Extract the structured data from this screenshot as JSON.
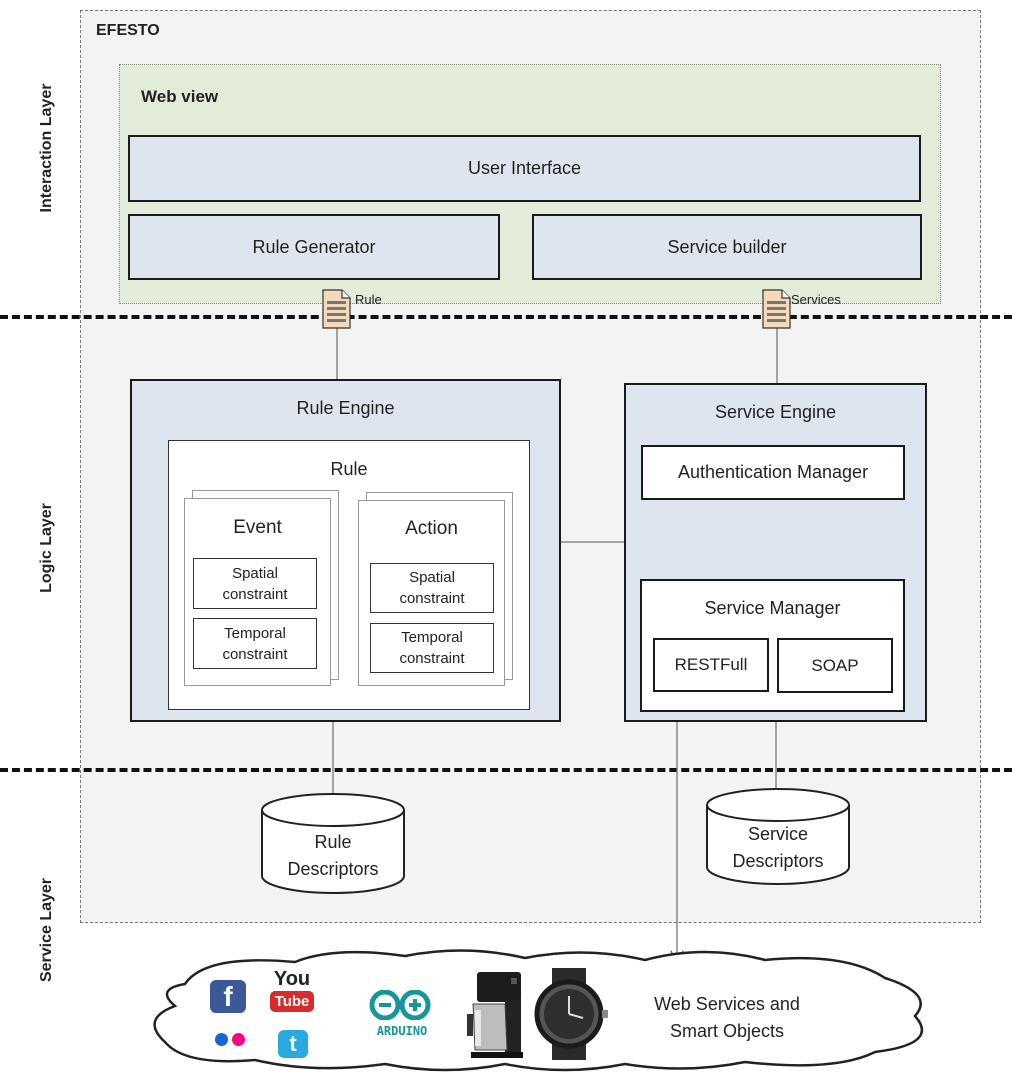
{
  "layers": {
    "interaction": "Interaction Layer",
    "logic": "Logic Layer",
    "service": "Service Layer"
  },
  "efesto": {
    "title": "EFESTO"
  },
  "webview": {
    "title": "Web view",
    "user_interface": "User Interface",
    "rule_generator": "Rule Generator",
    "service_builder": "Service builder"
  },
  "docs": {
    "rule": "Rule",
    "services": "Services"
  },
  "rule_engine": {
    "title": "Rule Engine",
    "rule": "Rule",
    "event": "Event",
    "action": "Action",
    "spatial_l1": "Spatial",
    "spatial_l2": "constraint",
    "temporal_l1": "Temporal",
    "temporal_l2": "constraint"
  },
  "service_engine": {
    "title": "Service Engine",
    "auth": "Authentication Manager",
    "manager": "Service Manager",
    "restfull": "RESTFull",
    "soap": "SOAP"
  },
  "storage": {
    "rule_l1": "Rule",
    "rule_l2": "Descriptors",
    "service_l1": "Service",
    "service_l2": "Descriptors"
  },
  "cloud": {
    "line1": "Web Services and",
    "line2": "Smart Objects",
    "youtube_you": "You",
    "youtube_tube": "Tube",
    "arduino": "ARDUINO"
  },
  "colors": {
    "webview_bg": "#e3ebd9",
    "box_bg": "#dfe5ee",
    "efesto_bg": "#f3f3f3"
  }
}
